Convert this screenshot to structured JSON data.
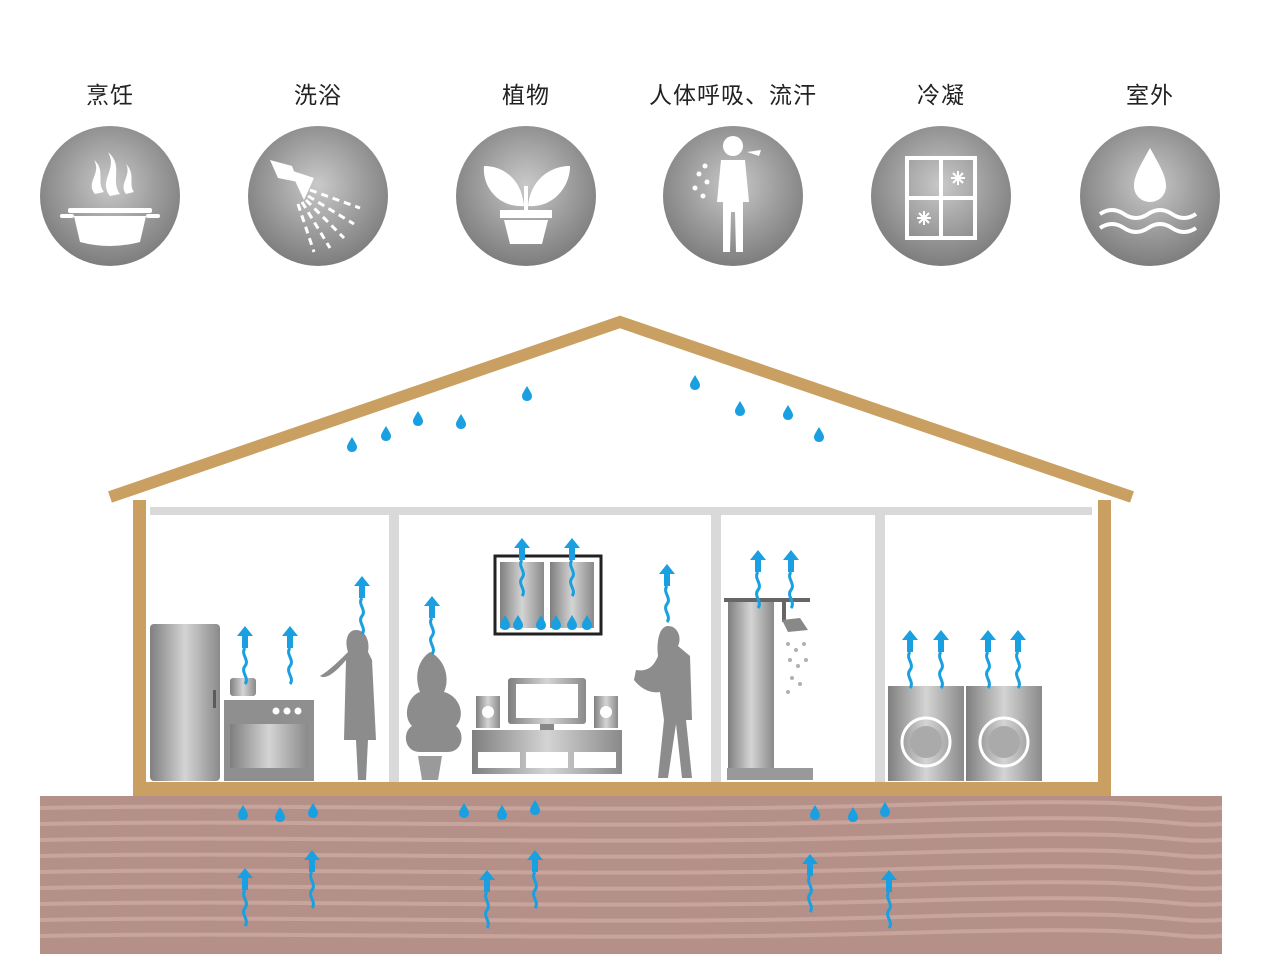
{
  "sources": [
    {
      "label": "烹饪",
      "icon": "cooking-pot-icon"
    },
    {
      "label": "洗浴",
      "icon": "shower-head-icon"
    },
    {
      "label": "植物",
      "icon": "potted-plant-icon"
    },
    {
      "label": "人体呼吸、流汗",
      "icon": "person-breathing-icon"
    },
    {
      "label": "冷凝",
      "icon": "frosted-window-icon"
    },
    {
      "label": "室外",
      "icon": "water-drop-waves-icon"
    }
  ],
  "colors": {
    "roof": "#c9a061",
    "wall": "#c9a061",
    "partition": "#d9d9d9",
    "moisture": "#1aa0e0",
    "ground": "#b59088",
    "ground_stripe": "#c8a59c",
    "appliance": "#9a9a9a",
    "silhouette": "#8c8c8c"
  }
}
